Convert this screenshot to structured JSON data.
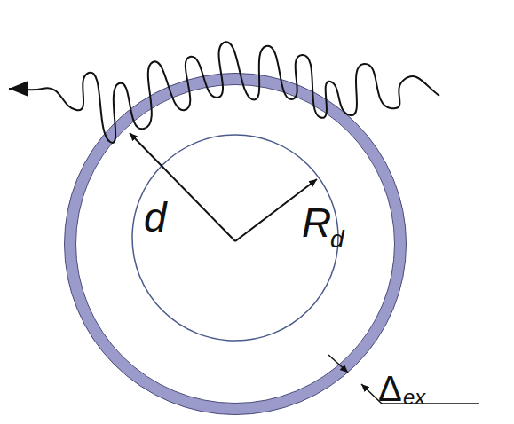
{
  "diagram": {
    "labels": [
      "d",
      "R",
      "d",
      "Δ",
      "ex"
    ]
  }
}
